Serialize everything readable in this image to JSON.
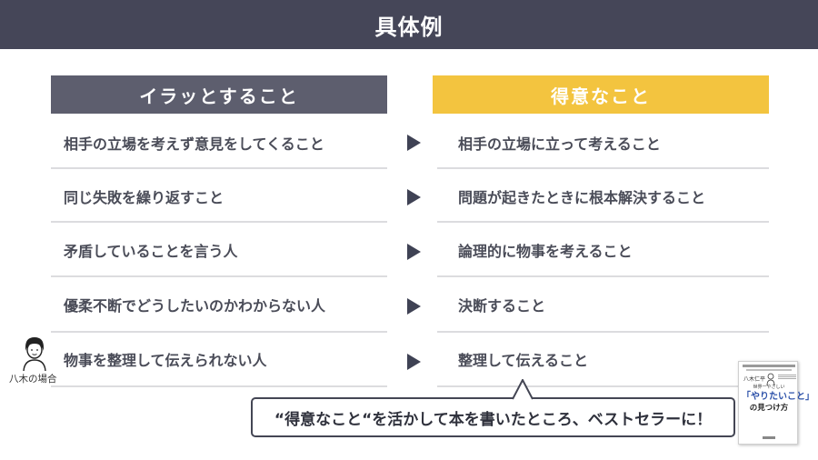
{
  "title": "具体例",
  "columns": {
    "left_header": "イラッとすること",
    "right_header": "得意なこと"
  },
  "rows": [
    {
      "left": "相手の立場を考えず意見をしてくること",
      "right": "相手の立場に立って考えること"
    },
    {
      "left": "同じ失敗を繰り返すこと",
      "right": "問題が起きたときに根本解決すること"
    },
    {
      "left": "矛盾していることを言う人",
      "right": "論理的に物事を考えること"
    },
    {
      "left": "優柔不断でどうしたいのかわからない人",
      "right": "決断すること"
    },
    {
      "left": "物事を整理して伝えられない人",
      "right": "整理して伝えること"
    }
  ],
  "avatar_caption": "八木の場合",
  "speech_bubble": "“得意なこと“を活かして本を書いたところ、ベストセラーに！",
  "book": {
    "author": "八木仁平",
    "title_line1": "「やりたいこと」",
    "title_line2": "の見つけ方",
    "pre_title": "世界一やさしい"
  },
  "colors": {
    "title_bar": "#454658",
    "left_header": "#5d5e6e",
    "right_header": "#f3c43f",
    "arrow": "#3f4254"
  }
}
